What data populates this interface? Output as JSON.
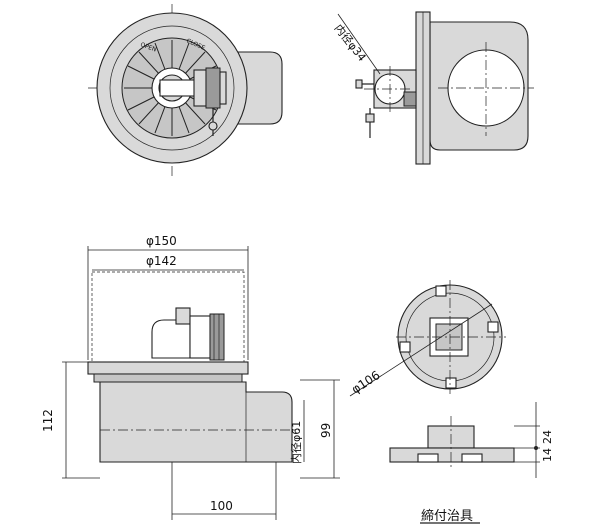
{
  "labels": {
    "inner_dia_34": "内径φ34",
    "dia_150": "φ150",
    "dia_142": "φ142",
    "dia_106": "φ106",
    "inner_dia_61": "内径φ61",
    "height_112": "112",
    "height_99": "99",
    "width_100": "100",
    "dim_14": "14",
    "dim_24": "24",
    "fixture_caption": "締付治具",
    "open_text": "OPEN",
    "close_text": "CLOSE"
  }
}
